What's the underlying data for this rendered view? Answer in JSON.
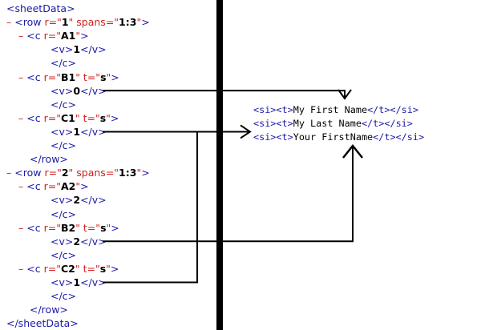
{
  "xml": [
    {
      "indent": 0,
      "minus": "",
      "open": "<",
      "tag": "sheetData",
      "close": ">"
    },
    {
      "indent": 1,
      "minus": "–",
      "open": "<",
      "tag": "row",
      "attrs": [
        {
          "name": "r",
          "value": "1"
        },
        {
          "name": "spans",
          "value": "1:3"
        }
      ],
      "close": ">"
    },
    {
      "indent": 2,
      "minus": "–",
      "open": "<",
      "tag": "c",
      "attrs": [
        {
          "name": "r",
          "value": "A1"
        }
      ],
      "close": ">"
    },
    {
      "indent": 3,
      "minus": "",
      "open": "<",
      "tag": "v",
      "close": ">",
      "value": "1",
      "end": "</v>"
    },
    {
      "indent": 3,
      "minus": "",
      "open": "",
      "tag": "</c>",
      "close": ""
    },
    {
      "indent": 2,
      "minus": "–",
      "open": "<",
      "tag": "c",
      "attrs": [
        {
          "name": "r",
          "value": "B1"
        },
        {
          "name": "t",
          "value": "s"
        }
      ],
      "close": ">"
    },
    {
      "indent": 3,
      "minus": "",
      "open": "<",
      "tag": "v",
      "close": ">",
      "value": "0",
      "end": "</v>"
    },
    {
      "indent": 3,
      "minus": "",
      "open": "",
      "tag": "</c>",
      "close": ""
    },
    {
      "indent": 2,
      "minus": "–",
      "open": "<",
      "tag": "c",
      "attrs": [
        {
          "name": "r",
          "value": "C1"
        },
        {
          "name": "t",
          "value": "s"
        }
      ],
      "close": ">"
    },
    {
      "indent": 3,
      "minus": "",
      "open": "<",
      "tag": "v",
      "close": ">",
      "value": "1",
      "end": "</v>"
    },
    {
      "indent": 3,
      "minus": "",
      "open": "",
      "tag": "</c>",
      "close": ""
    },
    {
      "indent": 2,
      "minus": "",
      "open": "",
      "tag": "</row>",
      "close": ""
    },
    {
      "indent": 1,
      "minus": "–",
      "open": "<",
      "tag": "row",
      "attrs": [
        {
          "name": "r",
          "value": "2"
        },
        {
          "name": "spans",
          "value": "1:3"
        }
      ],
      "close": ">"
    },
    {
      "indent": 2,
      "minus": "–",
      "open": "<",
      "tag": "c",
      "attrs": [
        {
          "name": "r",
          "value": "A2"
        }
      ],
      "close": ">"
    },
    {
      "indent": 3,
      "minus": "",
      "open": "<",
      "tag": "v",
      "close": ">",
      "value": "2",
      "end": "</v>"
    },
    {
      "indent": 3,
      "minus": "",
      "open": "",
      "tag": "</c>",
      "close": ""
    },
    {
      "indent": 2,
      "minus": "–",
      "open": "<",
      "tag": "c",
      "attrs": [
        {
          "name": "r",
          "value": "B2"
        },
        {
          "name": "t",
          "value": "s"
        }
      ],
      "close": ">"
    },
    {
      "indent": 3,
      "minus": "",
      "open": "<",
      "tag": "v",
      "close": ">",
      "value": "2",
      "end": "</v>"
    },
    {
      "indent": 3,
      "minus": "",
      "open": "",
      "tag": "</c>",
      "close": ""
    },
    {
      "indent": 2,
      "minus": "–",
      "open": "<",
      "tag": "c",
      "attrs": [
        {
          "name": "r",
          "value": "C2"
        },
        {
          "name": "t",
          "value": "s"
        }
      ],
      "close": ">"
    },
    {
      "indent": 3,
      "minus": "",
      "open": "<",
      "tag": "v",
      "close": ">",
      "value": "1",
      "end": "</v>"
    },
    {
      "indent": 3,
      "minus": "",
      "open": "",
      "tag": "</c>",
      "close": ""
    },
    {
      "indent": 2,
      "minus": "",
      "open": "",
      "tag": "</row>",
      "close": ""
    },
    {
      "indent": 0,
      "minus": "",
      "open": "",
      "tag": "</sheetData>",
      "close": ""
    }
  ],
  "shared_strings": [
    {
      "open": "<si><t>",
      "text": "My First Name",
      "close": "</t></si>"
    },
    {
      "open": "<si><t>",
      "text": "My Last Name",
      "close": "</t></si>"
    },
    {
      "open": "<si><t>",
      "text": "Your FirstName",
      "close": "</t></si>"
    }
  ],
  "links": [
    {
      "from_line": 6,
      "to_string": 0
    },
    {
      "from_line": 9,
      "to_string": 1
    },
    {
      "from_line": 17,
      "to_string": 2
    },
    {
      "from_line": 20,
      "to_string": 1
    }
  ],
  "colors": {
    "tag": "#1a1aa6",
    "attr": "#d21f1f",
    "value": "#000000",
    "arrow": "#000000"
  }
}
